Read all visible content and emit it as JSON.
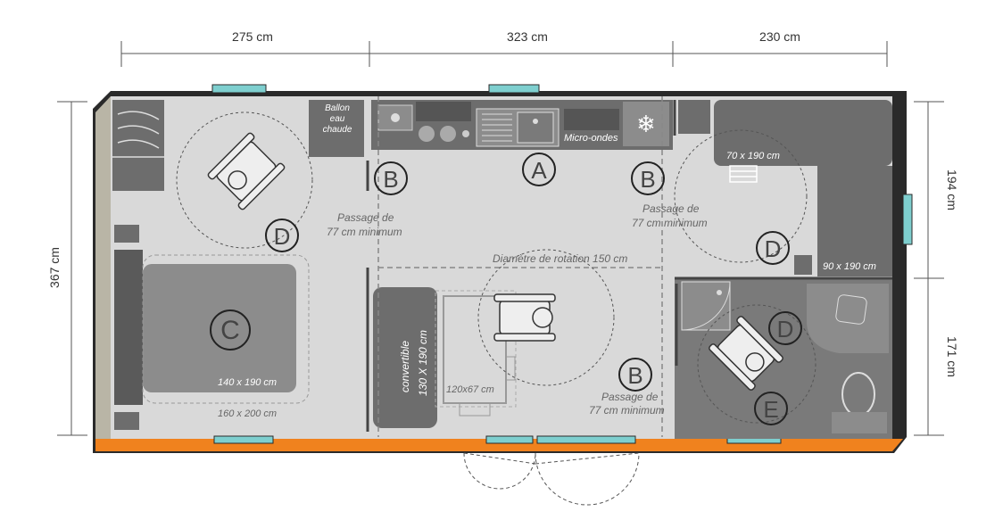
{
  "dimensions": {
    "top_left": "275 cm",
    "top_middle": "323 cm",
    "top_right": "230 cm",
    "left_height": "367 cm",
    "right_upper": "194 cm",
    "right_lower": "171 cm"
  },
  "labels": {
    "ballon_line1": "Ballon",
    "ballon_line2": "eau",
    "ballon_line3": "chaude",
    "micro_ondes": "Micro-ondes",
    "passage_left_1": "Passage de",
    "passage_left_2": "77 cm minimum",
    "passage_right_1": "Passage de",
    "passage_right_2": "77 cm minimum",
    "passage_bottom_1": "Passage de",
    "passage_bottom_2": "77 cm minimum",
    "diametre": "Diamètre de rotation 150 cm",
    "bed_140": "140 x 190 cm",
    "bed_160": "160 x 200 cm",
    "bed_70": "70 x 190 cm",
    "bed_90": "90 x 190 cm",
    "convertible_1": "convertible",
    "convertible_2": "130 X 190 cm",
    "table": "120x67 cm"
  },
  "zones": {
    "a": "A",
    "b_left": "B",
    "b_right": "B",
    "b_bottom": "B",
    "c": "C",
    "d_left": "D",
    "d_right": "D",
    "d_bath": "D",
    "e": "E"
  },
  "colors": {
    "floor": "#d9d9d9",
    "furniture_dark": "#6d6d6d",
    "furniture_mid": "#8c8c8c",
    "window": "#7ecfcf",
    "deck": "#f0821e",
    "wall": "#1a1a1a"
  }
}
